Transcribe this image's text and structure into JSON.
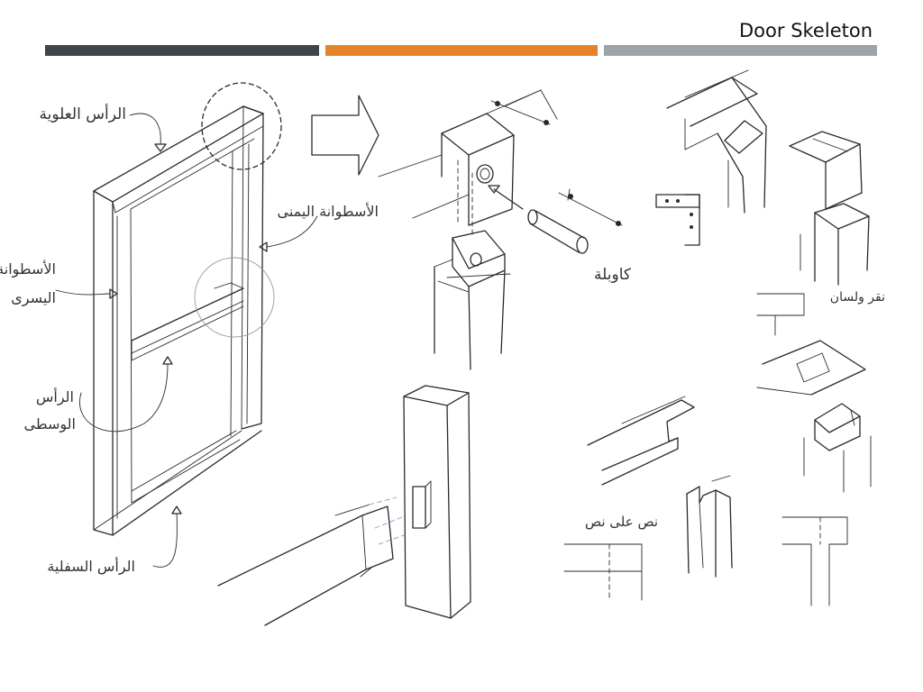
{
  "header": {
    "title": "Door Skeleton"
  },
  "colors": {
    "bar_dark": "#3d464d",
    "bar_orange": "#e4832a",
    "bar_gray": "#9ea3a8",
    "ink": "#2a2a2a",
    "label_blue": "#6f8fb2"
  },
  "labels": {
    "top_rail": "الرأس العلوية",
    "right_stile": "الأسطوانة اليمنى",
    "left_stile_line1": "الأسطوانة",
    "left_stile_line2": "اليسرى",
    "middle_rail_line1": "الرأس",
    "middle_rail_line2": "الوسطى",
    "bottom_rail": "الرأس السفلية",
    "dowel": "كاوبلة",
    "mortise_tongue": "نقر ولسان",
    "half_lap": "نص على نص"
  }
}
